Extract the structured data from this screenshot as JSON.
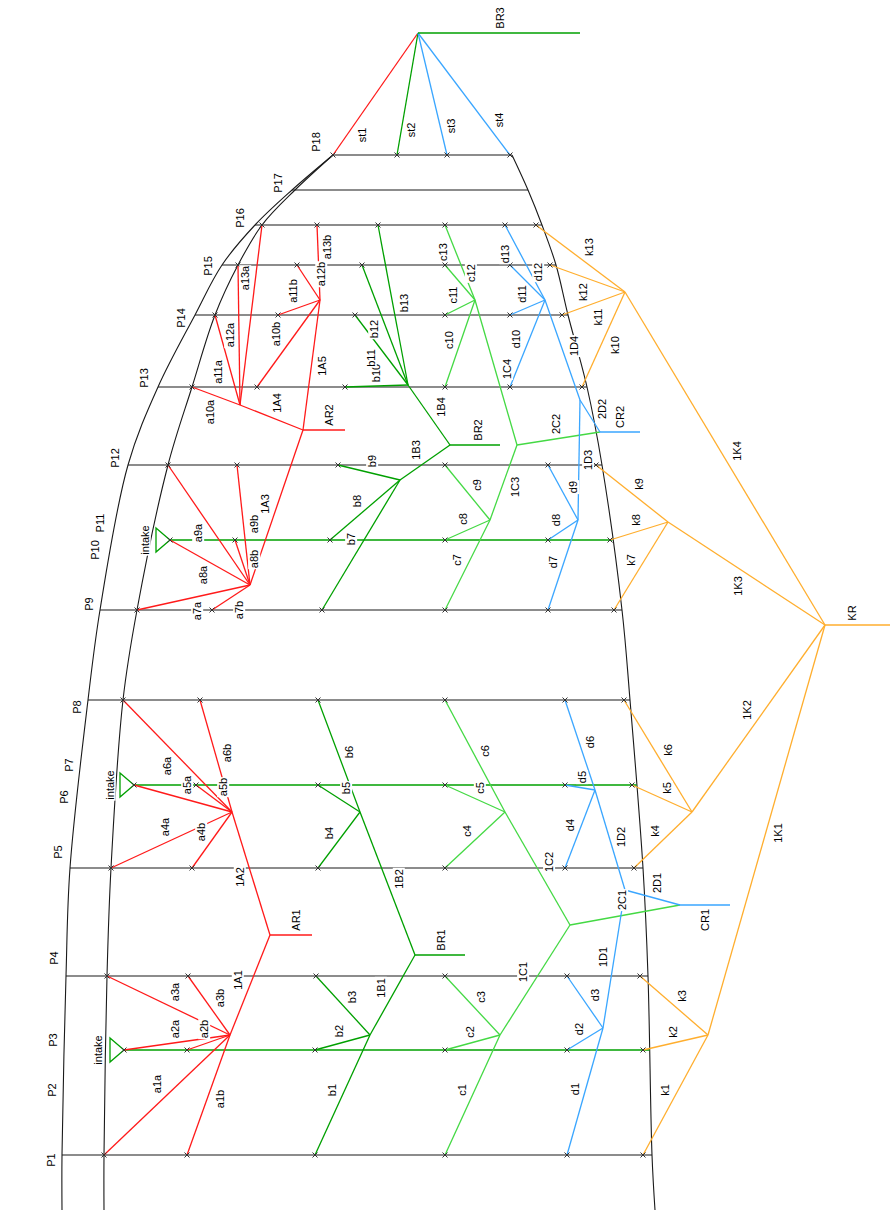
{
  "diagram": {
    "labels": [
      "P1",
      "P2",
      "P3",
      "P4",
      "P5",
      "P6",
      "P7",
      "P8",
      "P9",
      "P10",
      "P11",
      "P12",
      "P13",
      "P14",
      "P15",
      "P16",
      "P17",
      "P18",
      "intake",
      "intake",
      "intake",
      "a1a",
      "a1b",
      "a2a",
      "a2b",
      "a3a",
      "a3b",
      "1A1",
      "AR1",
      "a4a",
      "a4b",
      "a5a",
      "a5b",
      "a6a",
      "a6b",
      "1A2",
      "a7a",
      "a7b",
      "a8a",
      "a8b",
      "a9a",
      "a9b",
      "1A3",
      "AR2",
      "1A4",
      "1A5",
      "a10a",
      "a10b",
      "a11a",
      "a11b",
      "a12a",
      "a12b",
      "a13a",
      "a13b",
      "st1",
      "st2",
      "st3",
      "st4",
      "BR3",
      "b1",
      "b2",
      "b3",
      "1B1",
      "BR1",
      "b4",
      "b5",
      "b6",
      "1B2",
      "b7",
      "b8",
      "b9",
      "1B3",
      "BR2",
      "1B4",
      "b10",
      "b11",
      "b12",
      "b13",
      "c1",
      "c2",
      "c3",
      "1C1",
      "2C1",
      "CR1",
      "c4",
      "c5",
      "c6",
      "1C2",
      "c7",
      "c8",
      "c9",
      "1C3",
      "2C2",
      "CR2",
      "1C4",
      "c10",
      "c11",
      "c12",
      "c13",
      "d1",
      "d2",
      "d3",
      "1D1",
      "2D1",
      "d4",
      "d5",
      "d6",
      "1D2",
      "d7",
      "d8",
      "d9",
      "1D3",
      "2D2",
      "1D4",
      "d10",
      "d11",
      "d12",
      "d13",
      "k1",
      "k2",
      "k3",
      "1K1",
      "k4",
      "k5",
      "k6",
      "1K2",
      "k7",
      "k8",
      "k9",
      "1K3",
      "k10",
      "k11",
      "k12",
      "k13",
      "1K4",
      "KR"
    ]
  }
}
